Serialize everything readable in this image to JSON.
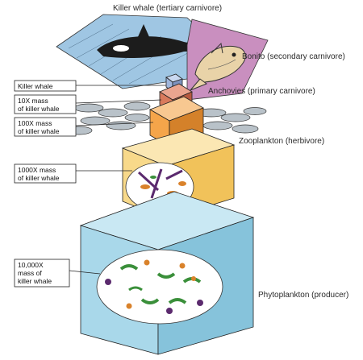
{
  "trophic_levels": [
    {
      "organism": "Killer whale (tertiary carnivore)",
      "mass": "Killer whale"
    },
    {
      "organism": "Bonito (secondary carnivore)",
      "mass": "10X mass of killer whale",
      "mass_lines": [
        "10X mass",
        "of killer whale"
      ]
    },
    {
      "organism": "Anchovies (primary carnivore)",
      "mass": "100X mass of killer whale",
      "mass_lines": [
        "100X mass",
        "of killer whale"
      ]
    },
    {
      "organism": "Zooplankton (herbivore)",
      "mass": "1000X mass of killer whale",
      "mass_lines": [
        "1000X mass",
        "of killer whale"
      ]
    },
    {
      "organism": "Phytoplankton (producer)",
      "mass": "10,000X mass of killer whale",
      "mass_lines": [
        "10,000X",
        "mass of",
        "killer whale"
      ]
    }
  ],
  "colors": {
    "phytoplankton_cube": "#a9d8ea",
    "zooplankton_cube": "#f8d98a",
    "anchovy_cube": "#f5a54a",
    "bonito_cube": "#d97a5c",
    "killer_whale_cube": "#9fb6dc",
    "bonito_panel": "#c98fbf",
    "killer_whale_panel": "#9fc6e3",
    "plankton_green": "#3a8f3a",
    "plankton_purple": "#5b2a6e",
    "plankton_orange": "#d9822b"
  },
  "icons": [
    "killer-whale-icon",
    "bonito-fish-icon",
    "anchovy-school-icon",
    "zooplankton-icon",
    "phytoplankton-icon"
  ]
}
